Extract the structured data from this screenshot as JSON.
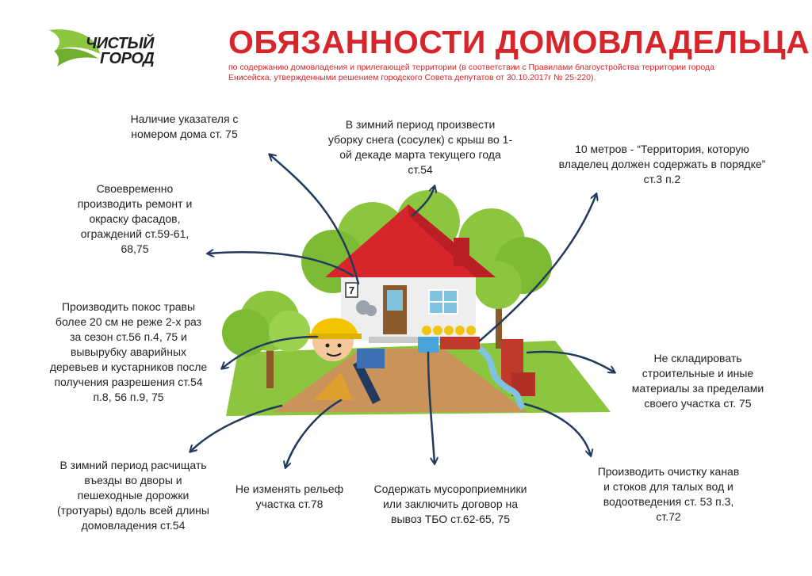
{
  "logo": {
    "line1": "ЧИСТЫЙ",
    "line2": "ГОРОД",
    "icon": "leaf-icon"
  },
  "header": {
    "title": "ОБЯЗАННОСТИ ДОМОВЛАДЕЛЬЦА",
    "subtitle": "по содержанию домовладения и прилегающей территории (в соответствии с Правилами благоустройства территории города Енисейска, утвержденными решением городского Совета депутатов от 30.10.2017г № 25-220)."
  },
  "house": {
    "number": "7"
  },
  "duties": {
    "house_sign": "Наличие указателя с номером дома ст. 75",
    "facade": "Своевременно производить ремонт и окраску фасадов, ограждений ст.59-61, 68,75",
    "grass": "Производить покос травы более 20 см не реже 2-х раз за сезон ст.56 п.4, 75 и вывырубку аварийных деревьев и кустарников после получения разрешения ст.54 п.8, 56 п.9, 75",
    "winter_paths": "В зимний период расчищать въезды во дворы и пешеходные дорожки (тротуары) вдоль всей длины домовладения ст.54",
    "relief": "Не изменять рельеф участка ст.78",
    "garbage": "Содержать мусороприемники или заключить договор на вывоз ТБО ст.62-65, 75",
    "ditches": "Производить очистку канав и стоков для талых вод и водоотведения ст. 53 п.3, ст.72",
    "materials": "Не складировать строительные и иные материалы за пределами своего участка ст. 75",
    "territory": "10 метров - “Территория, которую владелец должен содержать в порядке” ст.3 п.2",
    "snow_roof": "В зимний период произвести уборку снега (сосулек) с крыш во 1-ой декаде марта текущего года ст.54"
  },
  "colors": {
    "accent": "#d7262b",
    "leaf": "#8cc63f",
    "arrow": "#223a5e"
  }
}
